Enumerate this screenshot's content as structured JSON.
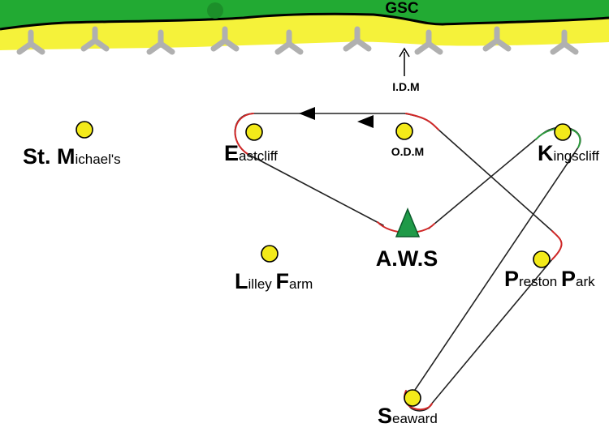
{
  "colors": {
    "grass": "#22aa33",
    "sand": "#f5f23a",
    "marker": "#f3ea1a",
    "route_black": "#222222",
    "route_red": "#d02828",
    "route_green": "#2e9a3e",
    "groyne": "#b0b0b0",
    "triangle": "#1f9a48"
  },
  "labels": {
    "gsc": "GSC",
    "idm": "I.D.M",
    "odm": "O.D.M",
    "aws": "A.W.S",
    "st_michaels": {
      "cap": "St. M",
      "rest": "ichael's"
    },
    "eastcliff": {
      "cap": "E",
      "rest": "astcliff"
    },
    "kingscliff": {
      "cap": "K",
      "rest": "ingscliff"
    },
    "lilley_farm": {
      "cap1": "L",
      "rest1": "illey ",
      "cap2": "F",
      "rest2": "arm"
    },
    "preston_park": {
      "cap1": "P",
      "rest1": "reston ",
      "cap2": "P",
      "rest2": "ark"
    },
    "seaward": {
      "cap": "S",
      "rest": "eaward"
    }
  },
  "icons": {
    "marks": "yellow-circle",
    "start": "green-triangle",
    "breakwater": "grey-groyne"
  }
}
